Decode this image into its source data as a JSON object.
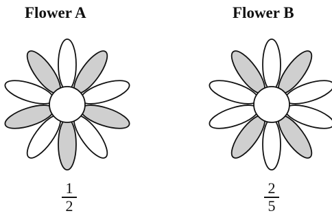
{
  "flowers": [
    {
      "title": "Flower A",
      "petal_count": 10,
      "shaded_petals": [
        1,
        3,
        5,
        7,
        9
      ],
      "fraction": {
        "numerator": "1",
        "denominator": "2"
      }
    },
    {
      "title": "Flower B",
      "petal_count": 10,
      "shaded_petals": [
        1,
        4,
        6,
        9
      ],
      "fraction": {
        "numerator": "2",
        "denominator": "5"
      }
    }
  ],
  "colors": {
    "petal_outline": "#111111",
    "shaded_fill": "#cfcfcf",
    "unshaded_fill": "#ffffff"
  }
}
